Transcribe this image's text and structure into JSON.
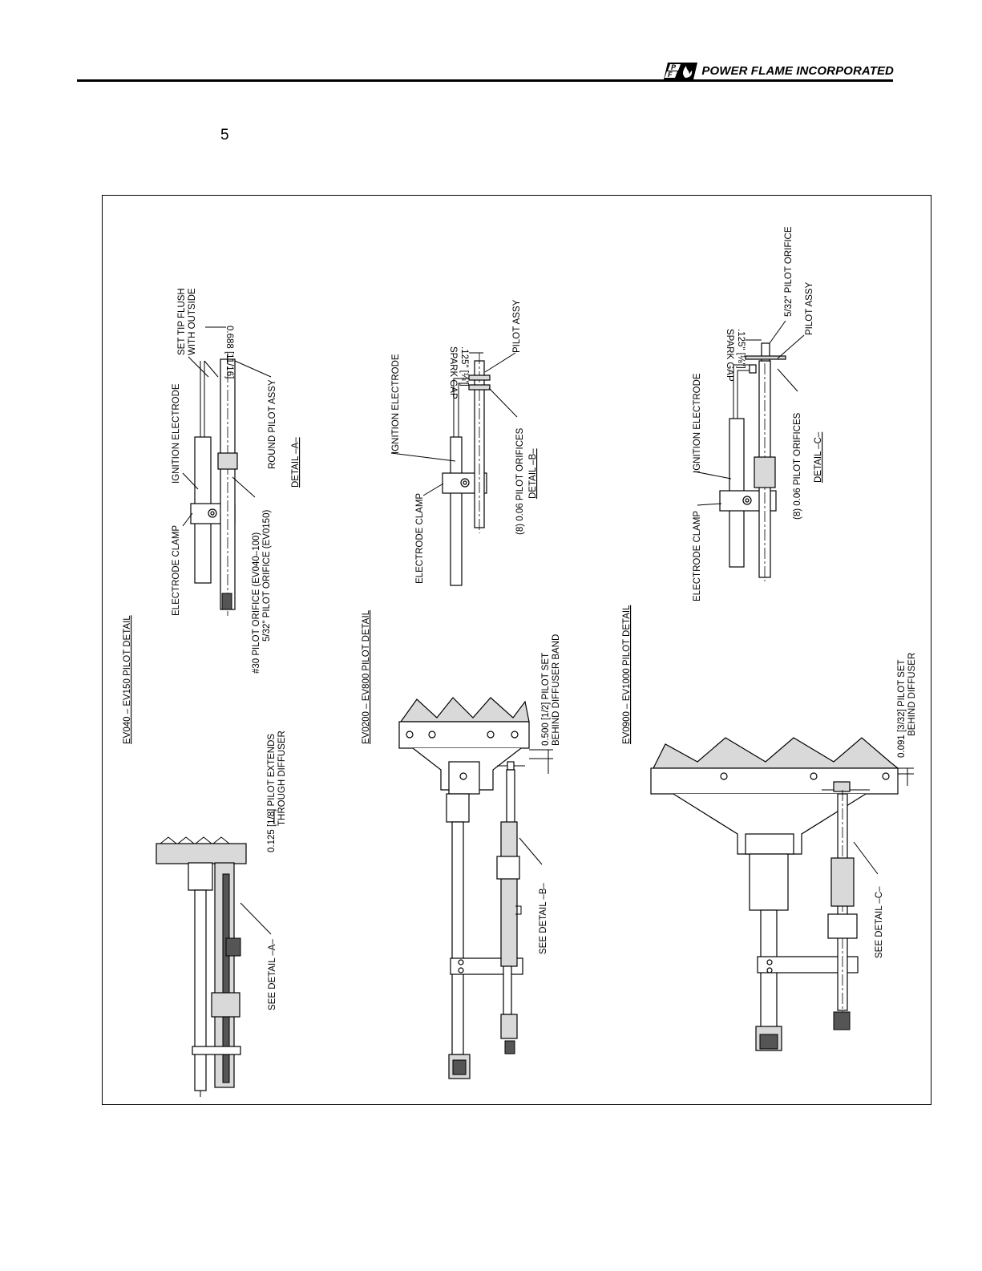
{
  "header": {
    "company": "POWER FLAME INCORPORATED",
    "logo_letters": [
      "P",
      "F"
    ]
  },
  "page_number": "5",
  "sections": [
    {
      "title": "EV040 – EV150 PILOT DETAIL",
      "labels": {
        "extends": "0.125 [1/8] PILOT EXTENDS",
        "extends_2": "THROUGH DIFFUSER",
        "see_detail": "SEE DETAIL –A–",
        "electrode_clamp": "ELECTRODE CLAMP",
        "orifice_1": "#30 PILOT ORIFICE (EV040–100)",
        "orifice_2": "5/32\" PILOT ORIFICE (EV0150)",
        "ignition_electrode": "IGNITION ELECTRODE",
        "set_tip": "SET TIP FLUSH",
        "set_tip_2": "WITH OUTSIDE",
        "dimension": "0.688 [11/16]",
        "round_pilot_assy": "ROUND PILOT ASSY",
        "detail": "DETAIL –A–"
      }
    },
    {
      "title": "EV0200 – EV800 PILOT DETAIL",
      "labels": {
        "pilot_set": "0.500 [1/2] PILOT SET",
        "pilot_set_2": "BEHIND DIFFUSER BAND",
        "see_detail": "SEE DETAIL –B–",
        "electrode_clamp": "ELECTRODE CLAMP",
        "ignition_electrode": "IGNITION ELECTRODE",
        "spark_gap": "SPARK GAP",
        "spark_gap_dim": ".125\" [⅛\"]",
        "pilot_assy": "PILOT ASSY",
        "pilot_orifices": "(8) 0.06 PILOT ORIFICES",
        "detail": "DETAIL –B–"
      }
    },
    {
      "title": "EV0900 – EV1000 PILOT DETAIL",
      "labels": {
        "pilot_set": "0.091 [3/32] PILOT SET",
        "pilot_set_2": "BEHIND DIFFUSER",
        "see_detail": "SEE DETAIL –C–",
        "electrode_clamp": "ELECTRODE CLAMP",
        "ignition_electrode": "IGNITION ELECTRODE",
        "spark_gap": "SPARK GAP",
        "spark_gap_dim": ".125\" [⅛\"]",
        "pilot_orifice": "5/32\" PILOT ORIFICE",
        "pilot_assy": "PILOT ASSY",
        "pilot_orifices": "(8) 0.06 PILOT ORIFICES",
        "detail": "DETAIL –C–"
      }
    }
  ]
}
